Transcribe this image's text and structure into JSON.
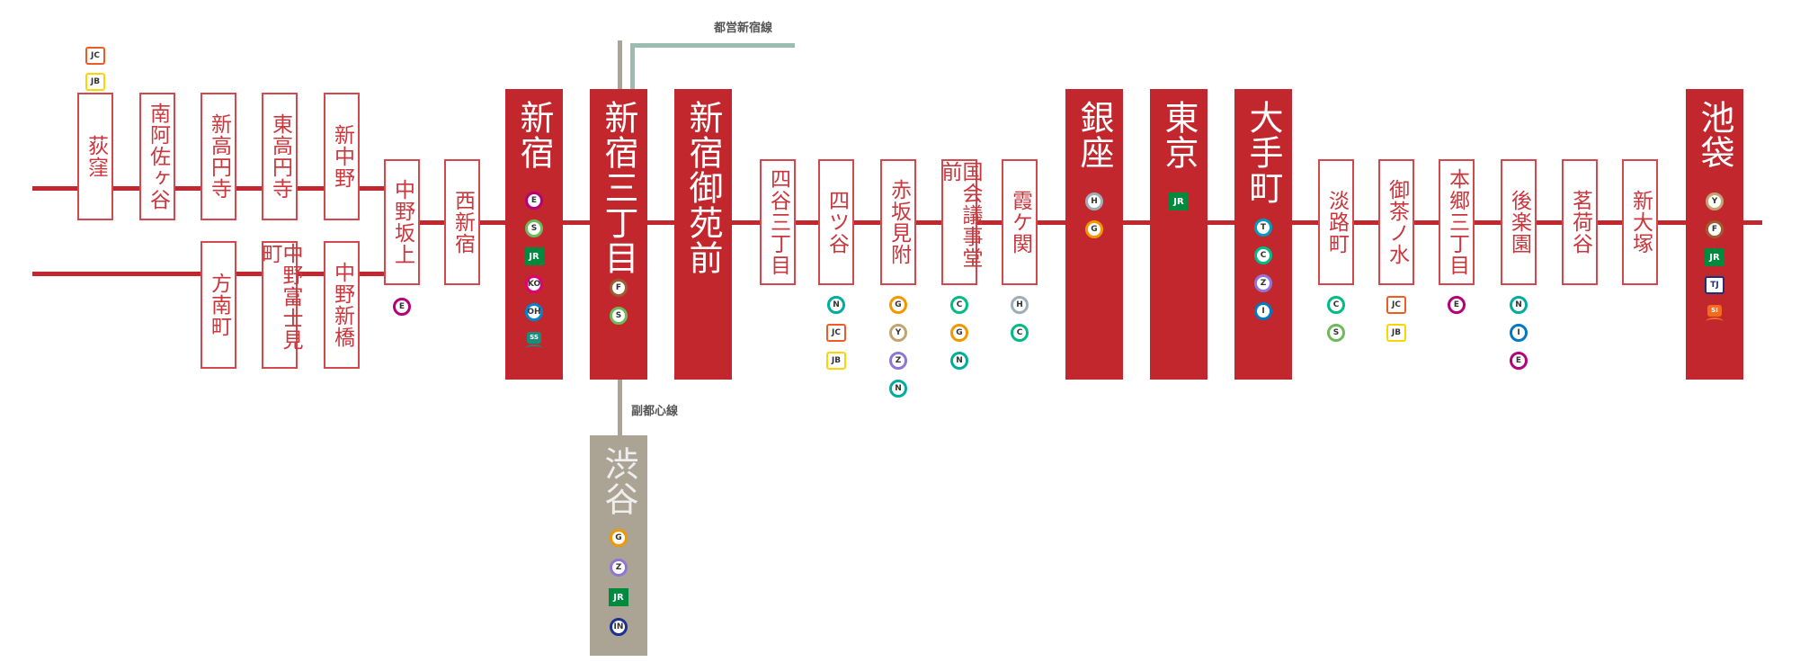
{
  "colors": {
    "marunouchi_red": "#c1272d",
    "fukutoshin_gray": "#aba393",
    "toei_shinjuku": "#9bbcb0"
  },
  "branch_lines": {
    "toei_shinjuku_label": "都営新宿線",
    "fukutoshin_label": "副都心線"
  },
  "stations": [
    {
      "name": "荻窪",
      "type": "minor",
      "badges": [
        {
          "code": "JC",
          "kind": "square",
          "color": "#f15a22"
        },
        {
          "code": "JB",
          "kind": "square",
          "color": "#ffd400"
        }
      ]
    },
    {
      "name": "南阿佐ヶ谷",
      "type": "minor",
      "badges": []
    },
    {
      "name": "新高円寺",
      "type": "minor",
      "badges": []
    },
    {
      "name": "東高円寺",
      "type": "minor",
      "badges": []
    },
    {
      "name": "新中野",
      "type": "minor",
      "badges": []
    },
    {
      "name": "方南町",
      "type": "minor",
      "badges": []
    },
    {
      "name": "中野富士見町",
      "type": "minor",
      "badges": []
    },
    {
      "name": "中野新橋",
      "type": "minor",
      "badges": []
    },
    {
      "name": "中野坂上",
      "type": "minor",
      "badges": [
        {
          "code": "E",
          "kind": "circle",
          "color": "#b6007a"
        }
      ]
    },
    {
      "name": "西新宿",
      "type": "minor",
      "badges": []
    },
    {
      "name": "新宿",
      "type": "major",
      "badges": [
        {
          "code": "E",
          "kind": "circle",
          "color": "#b6007a"
        },
        {
          "code": "S",
          "kind": "circle",
          "color": "#6cbb5a"
        },
        {
          "code": "JR",
          "kind": "jr",
          "color": "#008a3e"
        },
        {
          "code": "KO",
          "kind": "circle",
          "color": "#dd0077"
        },
        {
          "code": "OH",
          "kind": "circle",
          "color": "#0085ce"
        },
        {
          "code": "SS",
          "kind": "train",
          "color": "#1a8c7a"
        }
      ]
    },
    {
      "name": "新宿三丁目",
      "type": "major",
      "badges": [
        {
          "code": "F",
          "kind": "circle",
          "color": "#9c5e31"
        },
        {
          "code": "S",
          "kind": "circle",
          "color": "#6cbb5a"
        }
      ]
    },
    {
      "name": "新宿御苑前",
      "type": "major",
      "badges": []
    },
    {
      "name": "四谷三丁目",
      "type": "minor",
      "badges": []
    },
    {
      "name": "四ツ谷",
      "type": "minor",
      "badges": [
        {
          "code": "N",
          "kind": "circle",
          "color": "#00ac9b"
        },
        {
          "code": "JC",
          "kind": "square",
          "color": "#f15a22"
        },
        {
          "code": "JB",
          "kind": "square",
          "color": "#ffd400"
        }
      ]
    },
    {
      "name": "赤坂見附",
      "type": "minor",
      "badges": [
        {
          "code": "G",
          "kind": "circle",
          "color": "#f39700"
        },
        {
          "code": "Y",
          "kind": "circle",
          "color": "#c1a470"
        },
        {
          "code": "Z",
          "kind": "circle",
          "color": "#8f76d6"
        },
        {
          "code": "N",
          "kind": "circle",
          "color": "#00ac9b"
        }
      ]
    },
    {
      "name": "国会議事堂前",
      "type": "minor",
      "badges": [
        {
          "code": "C",
          "kind": "circle",
          "color": "#00bb85"
        },
        {
          "code": "G",
          "kind": "circle",
          "color": "#f39700"
        },
        {
          "code": "N",
          "kind": "circle",
          "color": "#00ac9b"
        }
      ]
    },
    {
      "name": "霞ケ関",
      "type": "minor",
      "badges": [
        {
          "code": "H",
          "kind": "circle",
          "color": "#9caeb7"
        },
        {
          "code": "C",
          "kind": "circle",
          "color": "#00bb85"
        }
      ]
    },
    {
      "name": "銀座",
      "type": "major",
      "badges": [
        {
          "code": "H",
          "kind": "circle",
          "color": "#9caeb7"
        },
        {
          "code": "G",
          "kind": "circle",
          "color": "#f39700"
        }
      ]
    },
    {
      "name": "東京",
      "type": "major",
      "badges": [
        {
          "code": "JR",
          "kind": "jr",
          "color": "#008a3e"
        }
      ]
    },
    {
      "name": "大手町",
      "type": "major",
      "badges": [
        {
          "code": "T",
          "kind": "circle",
          "color": "#009bbf"
        },
        {
          "code": "C",
          "kind": "circle",
          "color": "#00bb85"
        },
        {
          "code": "Z",
          "kind": "circle",
          "color": "#8f76d6"
        },
        {
          "code": "I",
          "kind": "circle",
          "color": "#0079c2"
        }
      ]
    },
    {
      "name": "淡路町",
      "type": "minor",
      "badges": [
        {
          "code": "C",
          "kind": "circle",
          "color": "#00bb85"
        },
        {
          "code": "S",
          "kind": "circle",
          "color": "#6cbb5a"
        }
      ]
    },
    {
      "name": "御茶ノ水",
      "type": "minor",
      "badges": [
        {
          "code": "JC",
          "kind": "square",
          "color": "#f15a22"
        },
        {
          "code": "JB",
          "kind": "square",
          "color": "#ffd400"
        }
      ]
    },
    {
      "name": "本郷三丁目",
      "type": "minor",
      "badges": [
        {
          "code": "E",
          "kind": "circle",
          "color": "#b6007a"
        }
      ]
    },
    {
      "name": "後楽園",
      "type": "minor",
      "badges": [
        {
          "code": "N",
          "kind": "circle",
          "color": "#00ac9b"
        },
        {
          "code": "I",
          "kind": "circle",
          "color": "#0079c2"
        },
        {
          "code": "E",
          "kind": "circle",
          "color": "#b6007a"
        }
      ]
    },
    {
      "name": "茗荷谷",
      "type": "minor",
      "badges": []
    },
    {
      "name": "新大塚",
      "type": "minor",
      "badges": []
    },
    {
      "name": "池袋",
      "type": "major",
      "badges": [
        {
          "code": "Y",
          "kind": "circle",
          "color": "#c1a470"
        },
        {
          "code": "F",
          "kind": "circle",
          "color": "#9c5e31"
        },
        {
          "code": "JR",
          "kind": "jr",
          "color": "#008a3e"
        },
        {
          "code": "TJ",
          "kind": "square",
          "color": "#1d2f7a"
        },
        {
          "code": "SI",
          "kind": "train",
          "color": "#f26b21"
        }
      ]
    },
    {
      "name": "渋谷",
      "type": "gray",
      "badges": [
        {
          "code": "G",
          "kind": "circle",
          "color": "#f39700"
        },
        {
          "code": "Z",
          "kind": "circle",
          "color": "#8f76d6"
        },
        {
          "code": "JR",
          "kind": "jr",
          "color": "#008a3e"
        },
        {
          "code": "IN",
          "kind": "circle",
          "color": "#1d2f8f"
        }
      ]
    }
  ]
}
